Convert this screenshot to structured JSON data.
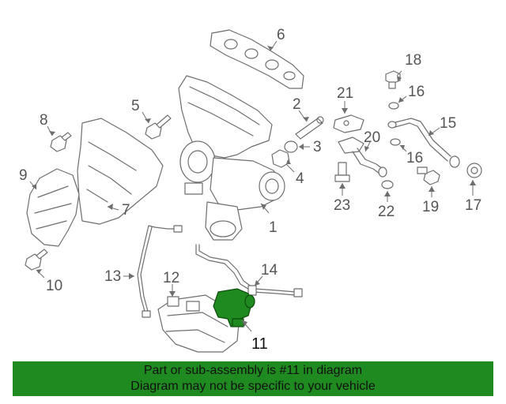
{
  "diagram": {
    "callouts": [
      "1",
      "2",
      "3",
      "4",
      "5",
      "6",
      "7",
      "8",
      "9",
      "10",
      "11",
      "12",
      "13",
      "14",
      "15",
      "16",
      "16",
      "17",
      "18",
      "19",
      "20",
      "21",
      "22",
      "23"
    ],
    "highlight_color": "#1f8a1f"
  },
  "banner": {
    "line1": "Part or sub-assembly is #11 in diagram",
    "line2": "Diagram may not be specific to your vehicle",
    "color": "#1f8a1f"
  }
}
